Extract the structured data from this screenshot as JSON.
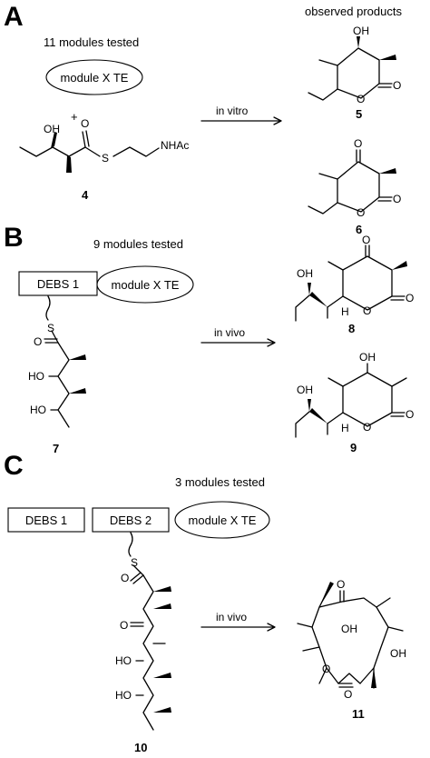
{
  "panels": {
    "a": {
      "letter": "A",
      "caption": "11 modules tested",
      "module_label": "module X TE",
      "plus": "+",
      "reaction": "in vitro",
      "results_header": "observed products",
      "substrate_number": "4",
      "atoms": {
        "oh": "OH",
        "o_carbonyl": "O",
        "s": "S",
        "nhac": "NHAc"
      },
      "products": [
        {
          "number": "5",
          "atoms": {
            "oh": "OH",
            "o_ring": "O",
            "o_carbonyl": "O"
          }
        },
        {
          "number": "6",
          "atoms": {
            "o_ketone": "O",
            "o_ring": "O",
            "o_carbonyl": "O"
          }
        }
      ]
    },
    "b": {
      "letter": "B",
      "caption": "9 modules tested",
      "debs_label": "DEBS 1",
      "module_label": "module X TE",
      "reaction": "in vivo",
      "substrate_number": "7",
      "atoms": {
        "s": "S",
        "o_carbonyl": "O",
        "ho1": "HO",
        "ho2": "HO"
      },
      "products": [
        {
          "number": "8",
          "atoms": {
            "oh": "OH",
            "o_ketone": "O",
            "o_ring": "O",
            "o_carbonyl": "O",
            "h": "H"
          }
        },
        {
          "number": "9",
          "atoms": {
            "oh": "OH",
            "oh_ring": "OH",
            "o_ring": "O",
            "o_carbonyl": "O",
            "h": "H"
          }
        }
      ]
    },
    "c": {
      "letter": "C",
      "caption": "3 modules tested",
      "debs1_label": "DEBS 1",
      "debs2_label": "DEBS 2",
      "module_label": "module X TE",
      "reaction": "in vivo",
      "substrate_number": "10",
      "atoms": {
        "s": "S",
        "o_carbonyl": "O",
        "o_ketone": "O",
        "ho1": "HO",
        "ho2": "HO"
      },
      "product": {
        "number": "11",
        "atoms": {
          "o_ketone": "O",
          "oh1": "OH",
          "oh2": "OH",
          "o_ring": "O",
          "o_carbonyl": "O"
        }
      }
    }
  }
}
